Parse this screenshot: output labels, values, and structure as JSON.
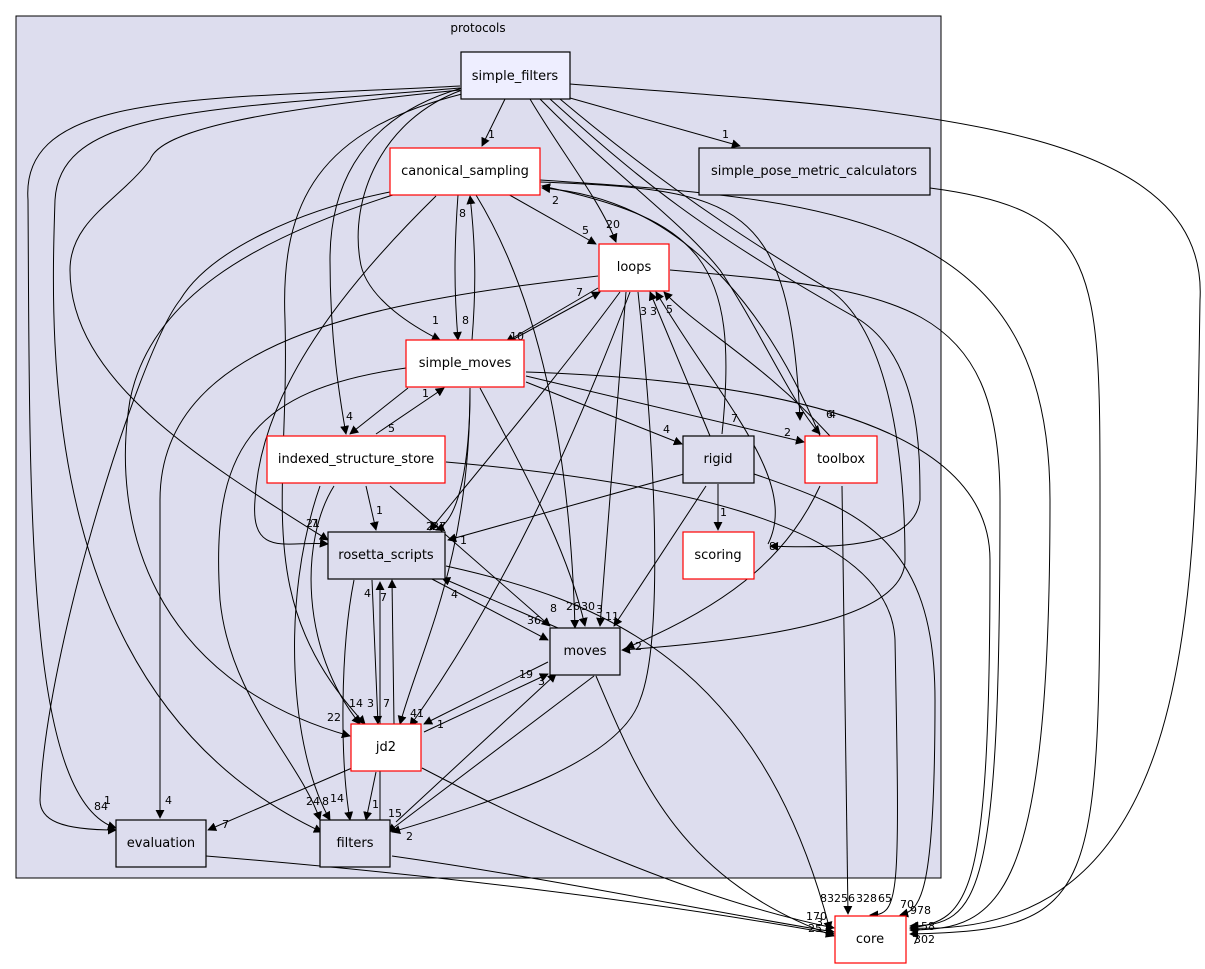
{
  "cluster": {
    "label": "protocols"
  },
  "nodes": {
    "simple_filters": "simple_filters",
    "canonical_sampling": "canonical_sampling",
    "simple_pose_metric_calculators": "simple_pose_metric_calculators",
    "loops": "loops",
    "simple_moves": "simple_moves",
    "indexed_structure_store": "indexed_structure_store",
    "rigid": "rigid",
    "toolbox": "toolbox",
    "rosetta_scripts": "rosetta_scripts",
    "scoring": "scoring",
    "moves": "moves",
    "jd2": "jd2",
    "evaluation": "evaluation",
    "filters": "filters",
    "core": "core"
  },
  "edge_labels": {
    "sf_cs": "1",
    "sf_spmc": "1",
    "sf_loops": "20",
    "sf_sm": "1",
    "sf_iss": "4",
    "cs_loops": "5",
    "cs_sm": "8",
    "sm_cs": "8",
    "toolbox_cs": "2",
    "sm_loops": "7",
    "loops_sm": "10",
    "loops_r1": "3",
    "loops_r2": "3",
    "loops_r3": "5",
    "sm_iss": "5",
    "iss_sm": "1",
    "sm_rigid": "4",
    "sm_toolbox": "2",
    "rigid_cs": "7",
    "toolbox_a": "6",
    "toolbox_b": "4",
    "iss_rs": "1",
    "rs_left": "21",
    "rs_left2": "7",
    "rs_right": "2",
    "rs_right2": "27",
    "iss_moves": "1",
    "rigid_scoring": "1",
    "scoring_in": "8",
    "rs_moves": "36",
    "moves_rs": "4",
    "rs_moves8": "8",
    "moves_t1": "26",
    "moves_t2": "30",
    "moves_t3": "3",
    "moves_t4": "11",
    "moves_t5": "2",
    "rs_jd2_a": "4",
    "rs_jd2_b": "7",
    "jd2_rs": "7",
    "jd2_l1": "14",
    "jd2_l2": "3",
    "jd2_r1": "41",
    "jd2_22": "22",
    "moves_jd2": "19",
    "jd2_moves": "1",
    "moves_jd2_3": "3",
    "eval_4": "4",
    "eval_84": "84",
    "eval_1": "1",
    "jd2_eval": "7",
    "filt_24": "24",
    "filt_8": "8",
    "filt_14": "14",
    "filt_1": "1",
    "filt_15": "15",
    "filt_2": "2",
    "core_a": "83",
    "core_b": "256",
    "core_c": "328",
    "core_d": "65",
    "core_e": "70",
    "core_f": "170",
    "core_g": "3",
    "core_h": "25",
    "core_i": "978",
    "core_j": "158",
    "core_k": "302",
    "core_l": "7"
  },
  "colors": {
    "cluster_fill": "#ddddee",
    "highlight_fill": "#eeeeff",
    "red_border": "#ff0000",
    "black_border": "#000000",
    "plain_fill": "#ddddee"
  }
}
